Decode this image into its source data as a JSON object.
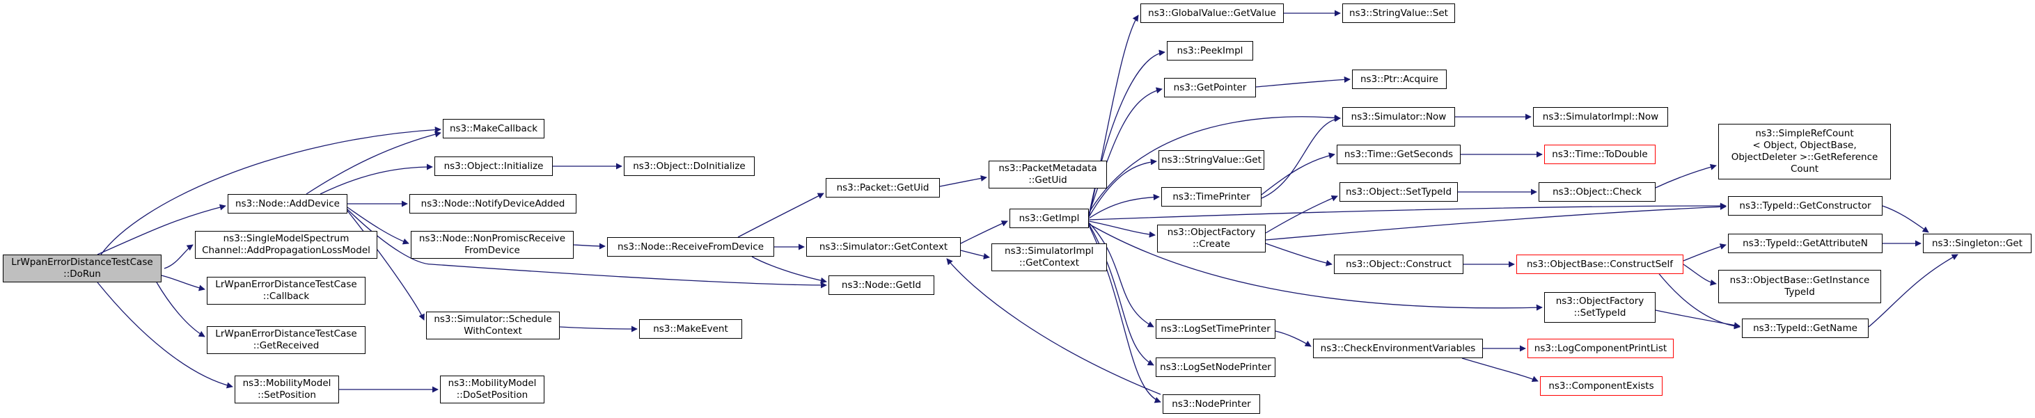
{
  "nodes": {
    "root": "LrWpanErrorDistanceTestCase\n::DoRun",
    "make_callback": "ns3::MakeCallback",
    "node_add_device": "ns3::Node::AddDevice",
    "spectrum_channel": "ns3::SingleModelSpectrum\nChannel::AddPropagationLossModel",
    "test_callback": "LrWpanErrorDistanceTestCase\n::Callback",
    "test_get_received": "LrWpanErrorDistanceTestCase\n::GetReceived",
    "mobility_set_position": "ns3::MobilityModel\n::SetPosition",
    "object_initialize": "ns3::Object::Initialize",
    "object_do_initialize": "ns3::Object::DoInitialize",
    "notify_device_added": "ns3::Node::NotifyDeviceAdded",
    "non_promisc_receive": "ns3::Node::NonPromiscReceive\nFromDevice",
    "schedule_with_context": "ns3::Simulator::Schedule\nWithContext",
    "make_event": "ns3::MakeEvent",
    "mobility_do_set_position": "ns3::MobilityModel\n::DoSetPosition",
    "receive_from_device": "ns3::Node::ReceiveFromDevice",
    "packet_get_uid": "ns3::Packet::GetUid",
    "packet_metadata_get_uid": "ns3::PacketMetadata\n::GetUid",
    "simulator_get_context": "ns3::Simulator::GetContext",
    "simulator_impl_get_context": "ns3::SimulatorImpl\n::GetContext",
    "node_get_id": "ns3::Node::GetId",
    "get_impl": "ns3::GetImpl",
    "global_value_get_value": "ns3::GlobalValue::GetValue",
    "string_value_set": "ns3::StringValue::Set",
    "peek_impl": "ns3::PeekImpl",
    "get_pointer": "ns3::GetPointer",
    "ptr_acquire": "ns3::Ptr::Acquire",
    "simulator_now": "ns3::Simulator::Now",
    "simulator_impl_now": "ns3::SimulatorImpl::Now",
    "string_value_get": "ns3::StringValue::Get",
    "time_get_seconds": "ns3::Time::GetSeconds",
    "time_to_double": "ns3::Time::ToDouble",
    "time_printer": "ns3::TimePrinter",
    "simple_ref_count": "ns3::SimpleRefCount\n< Object, ObjectBase,\n ObjectDeleter >::GetReference\nCount",
    "object_get_type_id": "ns3::Object::SetTypeId",
    "object_check": "ns3::Object::Check",
    "object_factory_create": "ns3::ObjectFactory\n::Create",
    "type_id_get_constructor": "ns3::TypeId::GetConstructor",
    "singleton_get": "ns3::Singleton::Get",
    "object_construct": "ns3::Object::Construct",
    "construct_self": "ns3::ObjectBase::ConstructSelf",
    "type_id_get_attribute_n": "ns3::TypeId::GetAttributeN",
    "object_base_get_instance_type_id": "ns3::ObjectBase::GetInstance\nTypeId",
    "object_factory_set_type_id": "ns3::ObjectFactory\n::SetTypeId",
    "type_id_get_name": "ns3::TypeId::GetName",
    "log_set_time_printer": "ns3::LogSetTimePrinter",
    "check_environment_variables": "ns3::CheckEnvironmentVariables",
    "log_component_print_list": "ns3::LogComponentPrintList",
    "log_set_node_printer": "ns3::LogSetNodePrinter",
    "component_exists": "ns3::ComponentExists",
    "node_printer": "ns3::NodePrinter"
  },
  "colors": {
    "edge": "#191970",
    "root_fill": "#bfbfbf",
    "truncated_border": "#ff0000"
  }
}
